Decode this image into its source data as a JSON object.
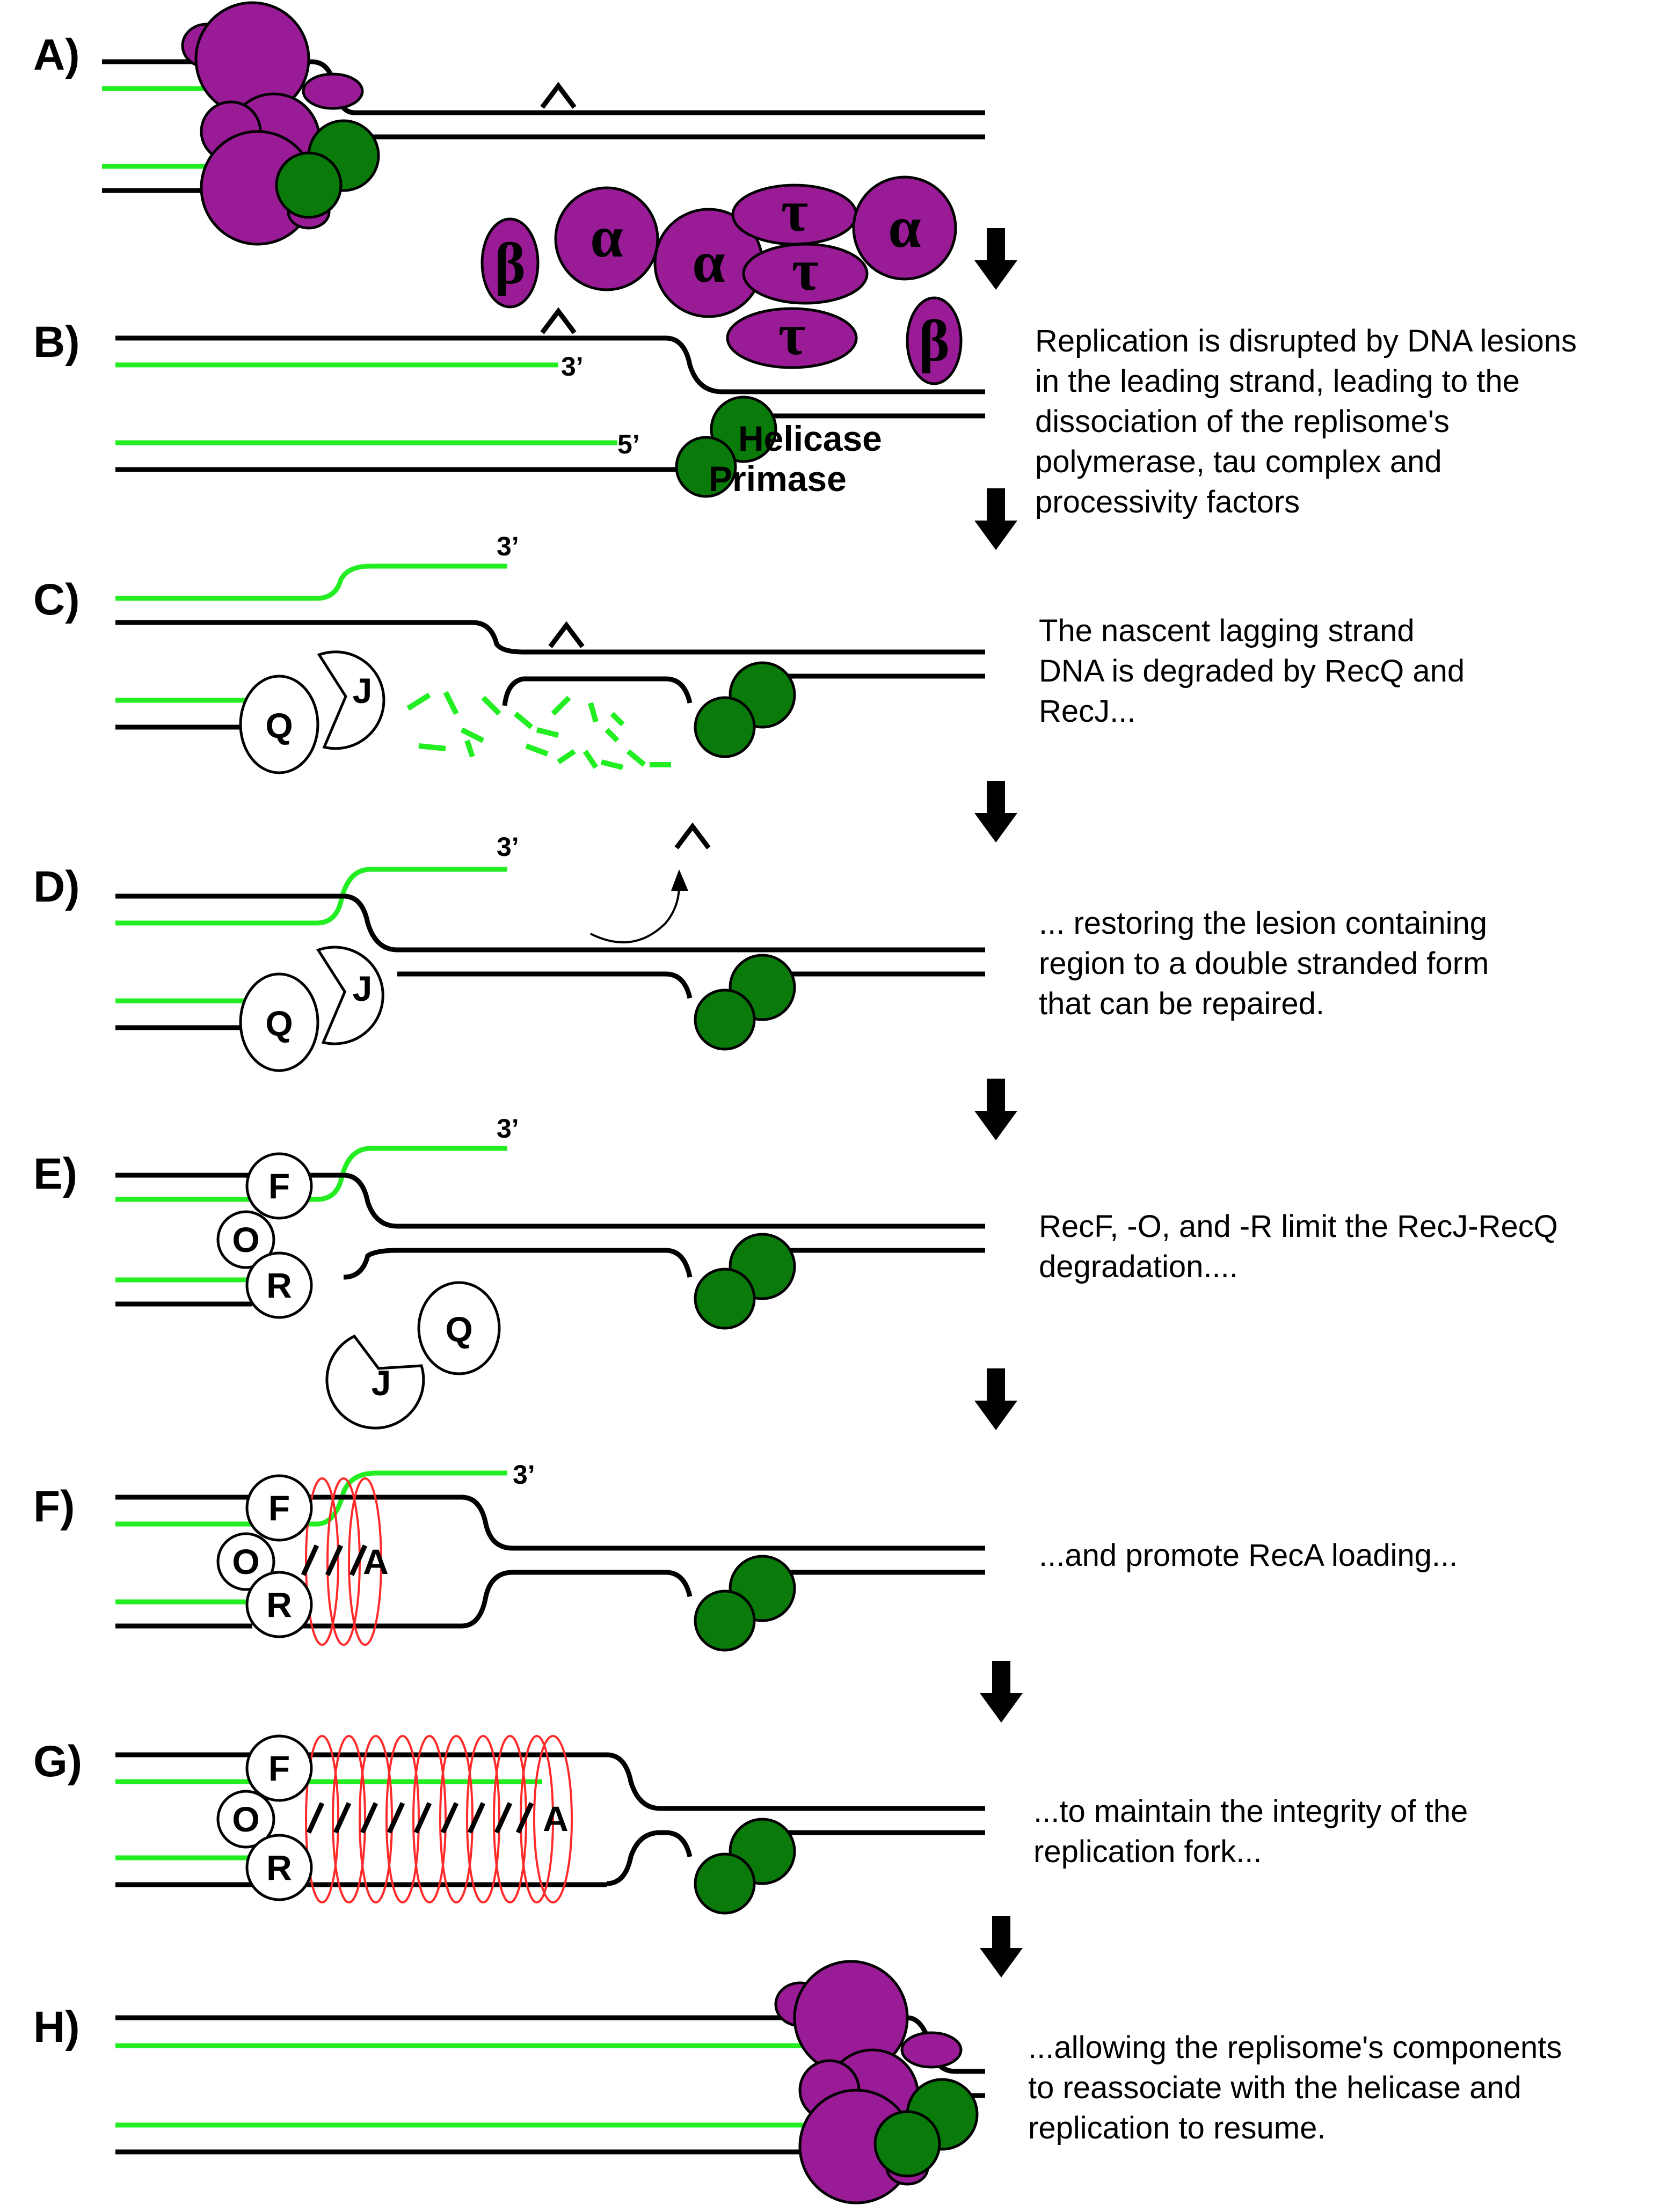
{
  "panels": [
    {
      "label": "A)"
    },
    {
      "label": "B)"
    },
    {
      "label": "C)"
    },
    {
      "label": "D)"
    },
    {
      "label": "E)"
    },
    {
      "label": "F)"
    },
    {
      "label": "G)"
    },
    {
      "label": "H)"
    }
  ],
  "captions": {
    "B": [
      "Replication is disrupted by DNA lesions",
      "in the leading strand, leading to the",
      "dissociation of the replisome's",
      "polymerase, tau complex and",
      "processivity factors"
    ],
    "C": [
      "The nascent lagging strand",
      "DNA is degraded by RecQ and",
      "RecJ..."
    ],
    "D": [
      "... restoring the lesion containing",
      "region to a double stranded form",
      "that can be repaired."
    ],
    "E": [
      "RecF, -O, and -R limit the RecJ-RecQ",
      "degradation...."
    ],
    "F": [
      "...and promote RecA loading..."
    ],
    "G": [
      "...to maintain the integrity of the",
      "replication fork..."
    ],
    "H": [
      "...allowing the replisome's components",
      "to reassociate with the helicase and",
      "replication to resume."
    ]
  },
  "strand_ends": {
    "three_prime": "3’",
    "five_prime": "5’"
  },
  "proteins": {
    "helicase": "Helicase",
    "primase": "Primase",
    "alpha": "α",
    "beta": "β",
    "tau": "τ",
    "recQ": "Q",
    "recJ": "J",
    "recF": "F",
    "recO": "O",
    "recR": "R",
    "recA": "A"
  },
  "lesion_symbol": "^",
  "colors": {
    "replisome": "#9a1b96",
    "helicase": "#0a7a0a",
    "nascent_dna": "#22ee22",
    "parental_dna": "#000000",
    "recA_filament": "#ff2a2a"
  }
}
